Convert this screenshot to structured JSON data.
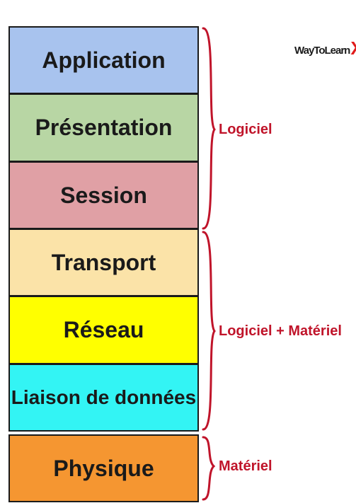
{
  "layers": [
    {
      "name": "Application",
      "color": "#a8c3ee"
    },
    {
      "name": "Présentation",
      "color": "#b8d6a4"
    },
    {
      "name": "Session",
      "color": "#e0a0a5"
    },
    {
      "name": "Transport",
      "color": "#fbe3a8"
    },
    {
      "name": "Réseau",
      "color": "#ffff00"
    },
    {
      "name": "Liaison de données",
      "color": "#33f4f4"
    },
    {
      "name": "Physique",
      "color": "#f59631"
    }
  ],
  "groups": [
    {
      "label": "Logiciel"
    },
    {
      "label": "Logiciel + Matériel"
    },
    {
      "label": "Matériel"
    }
  ],
  "brand": {
    "text": "WayToLearn",
    "mark": "X"
  },
  "colors": {
    "brace": "#c0142a",
    "label": "#c0142a",
    "border": "#1a1a1a"
  }
}
